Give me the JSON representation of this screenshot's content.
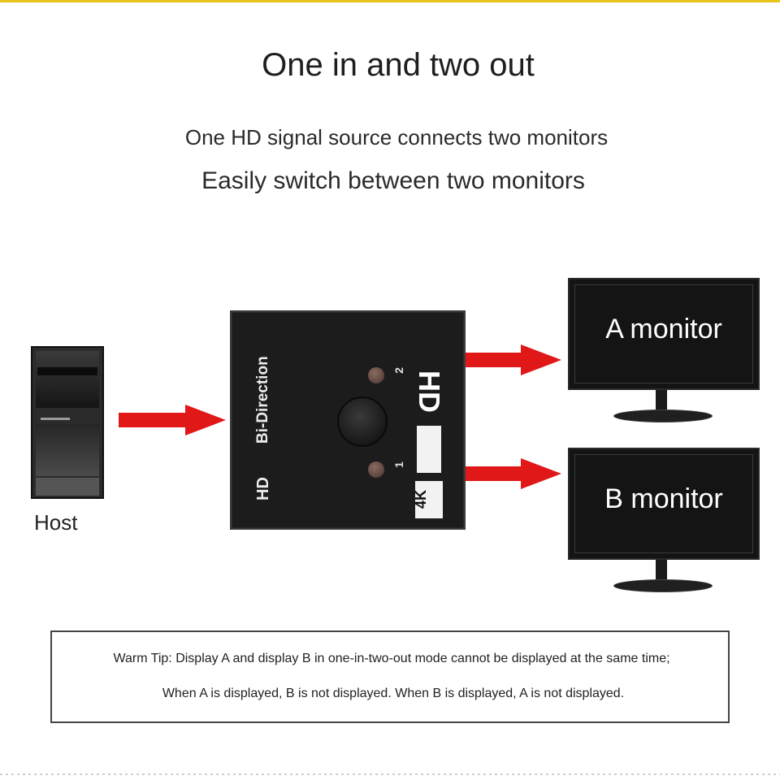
{
  "title": "One in and two out",
  "subtitle_1": "One HD signal source connects two monitors",
  "subtitle_2": "Easily switch between two monitors",
  "host": {
    "label": "Host"
  },
  "switch": {
    "vertical_label": "Bi-Direction",
    "hd_label": "HD",
    "port_1": "1",
    "port_2": "2",
    "hd_logo": "HD",
    "badge": "4K"
  },
  "monitors": [
    {
      "label": "A monitor"
    },
    {
      "label": "B monitor"
    }
  ],
  "warm_tip": {
    "line_1": "Warm Tip: Display A and display B in one-in-two-out mode cannot be displayed at the same time;",
    "line_2": "When A is displayed, B is not displayed. When B is displayed, A is not displayed."
  },
  "colors": {
    "arrow": "#e01818",
    "accent_top_bar": "#e8c318",
    "device": "#1c1c1c"
  },
  "icons": {
    "host": "computer-tower-icon",
    "switch": "hdmi-switch-icon",
    "arrow": "arrow-right-icon",
    "monitor": "monitor-icon"
  }
}
